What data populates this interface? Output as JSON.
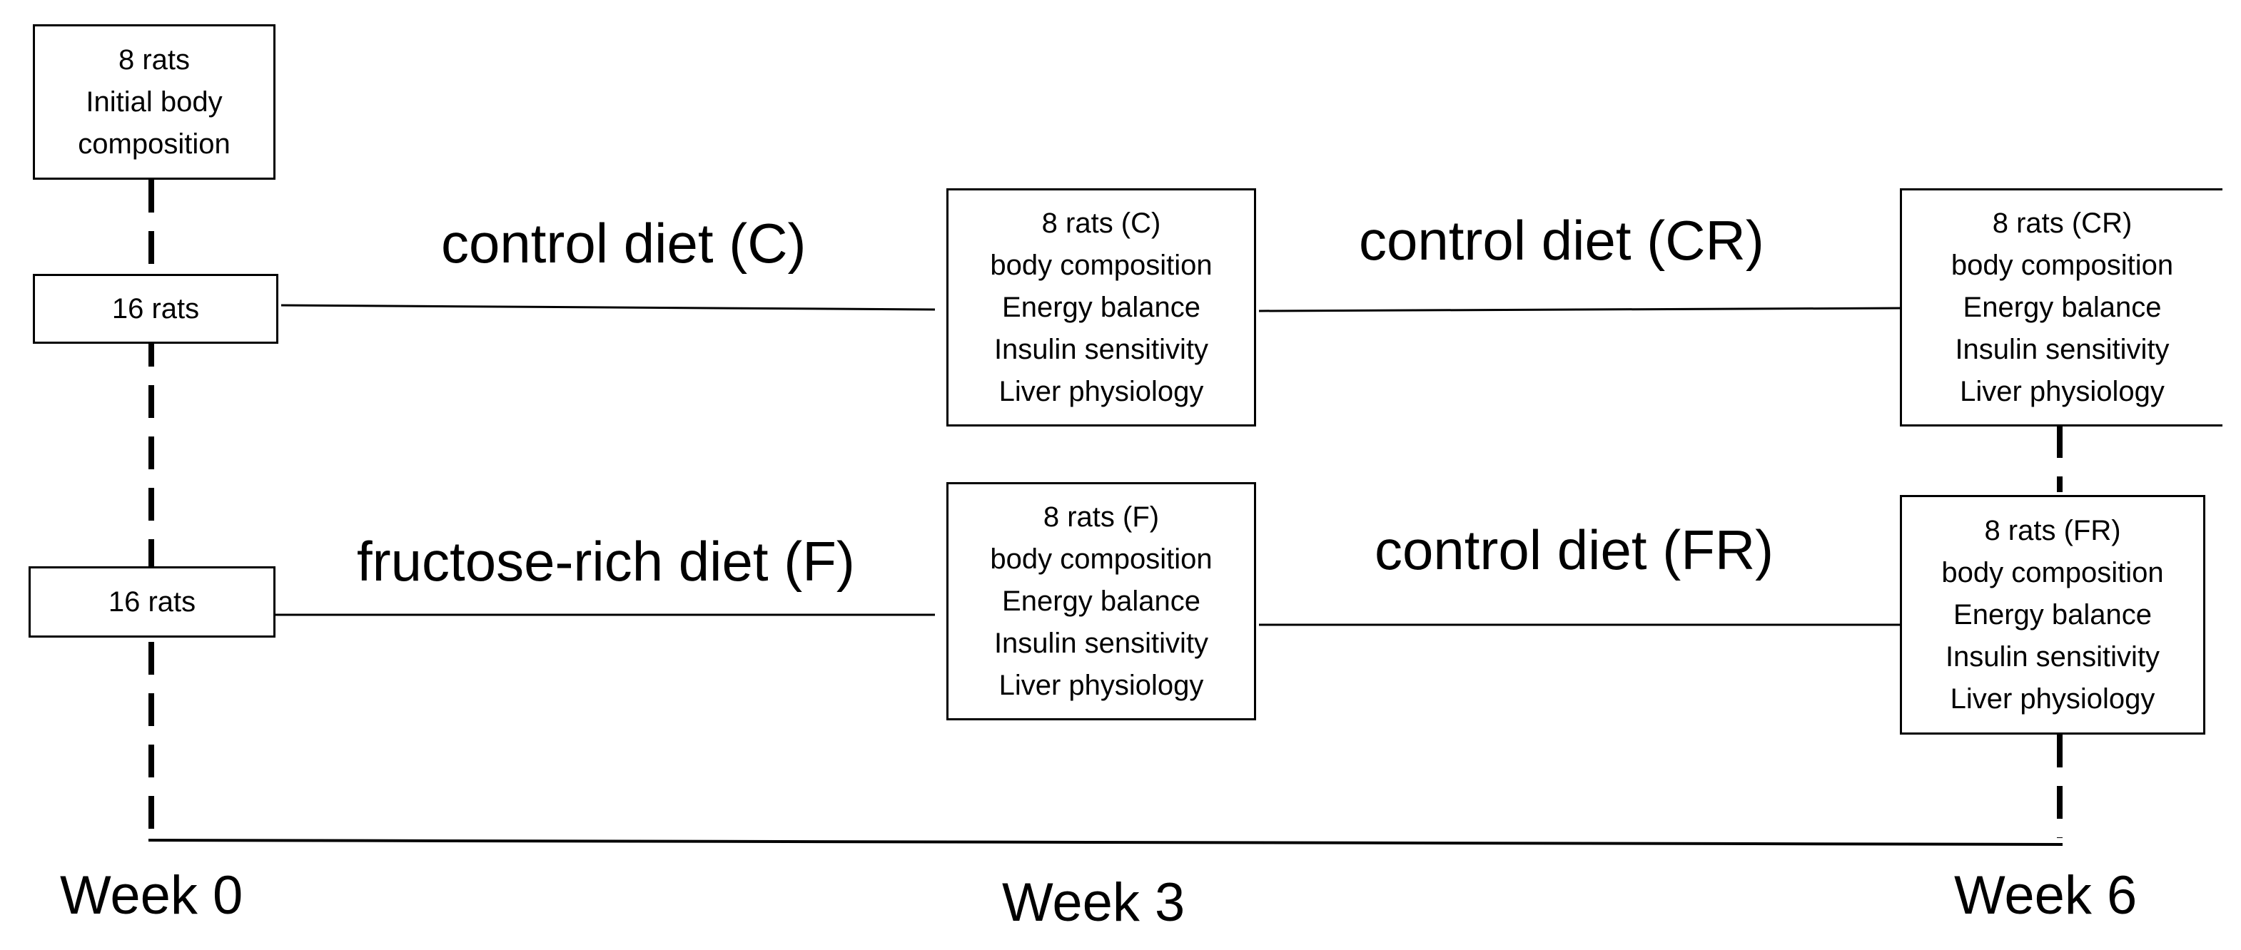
{
  "boxes": {
    "initial": [
      "8 rats",
      "Initial body",
      "composition"
    ],
    "group_c_start": [
      "16 rats"
    ],
    "group_f_start": [
      "16 rats"
    ],
    "week3_c": [
      "8 rats (C)",
      "body composition",
      "Energy balance",
      "Insulin sensitivity",
      "Liver physiology"
    ],
    "week3_f": [
      "8 rats (F)",
      "body composition",
      "Energy balance",
      "Insulin sensitivity",
      "Liver physiology"
    ],
    "week6_cr": [
      "8 rats (CR)",
      "body composition",
      "Energy balance",
      "Insulin sensitivity",
      "Liver physiology"
    ],
    "week6_fr": [
      "8 rats (FR)",
      "body composition",
      "Energy balance",
      "Insulin sensitivity",
      "Liver physiology"
    ]
  },
  "diets": {
    "c": "control diet (C)",
    "f": "fructose-rich diet (F)",
    "cr": "control diet (CR)",
    "fr": "control diet (FR)"
  },
  "weeks": {
    "w0": "Week 0",
    "w3": "Week 3",
    "w6": "Week 6"
  }
}
